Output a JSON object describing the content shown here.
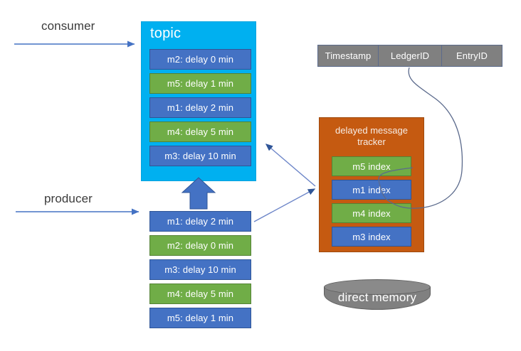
{
  "flows": {
    "consumer_label": "consumer",
    "producer_label": "producer"
  },
  "topic": {
    "title": "topic",
    "messages": [
      {
        "label": "m2: delay 0 min",
        "color": "blue"
      },
      {
        "label": "m5: delay 1 min",
        "color": "green"
      },
      {
        "label": "m1: delay 2 min",
        "color": "blue"
      },
      {
        "label": "m4: delay 5 min",
        "color": "green"
      },
      {
        "label": "m3: delay 10 min",
        "color": "blue"
      }
    ]
  },
  "producer_queue": {
    "messages": [
      {
        "label": "m1: delay 2 min",
        "color": "blue"
      },
      {
        "label": "m2: delay 0 min",
        "color": "green"
      },
      {
        "label": "m3: delay 10 min",
        "color": "blue"
      },
      {
        "label": "m4: delay 5 min",
        "color": "green"
      },
      {
        "label": "m5: delay 1 min",
        "color": "blue"
      }
    ]
  },
  "record_header": {
    "cells": [
      "Timestamp",
      "LedgerID",
      "EntryID"
    ]
  },
  "tracker": {
    "title_line1": "delayed message",
    "title_line2": "tracker",
    "indexes": [
      {
        "label": "m5 index",
        "color": "green"
      },
      {
        "label": "m1 index",
        "color": "blue"
      },
      {
        "label": "m4 index",
        "color": "green"
      },
      {
        "label": "m3 index",
        "color": "blue"
      }
    ]
  },
  "storage": {
    "label": "direct memory"
  },
  "colors": {
    "blue": "#4472C4",
    "green": "#70AD47",
    "topic_cyan": "#00B0F0",
    "tracker_orange": "#C55A11",
    "gray": "#808080",
    "arrow_blue": "#4472C4",
    "connector": "#5B6A8C"
  }
}
